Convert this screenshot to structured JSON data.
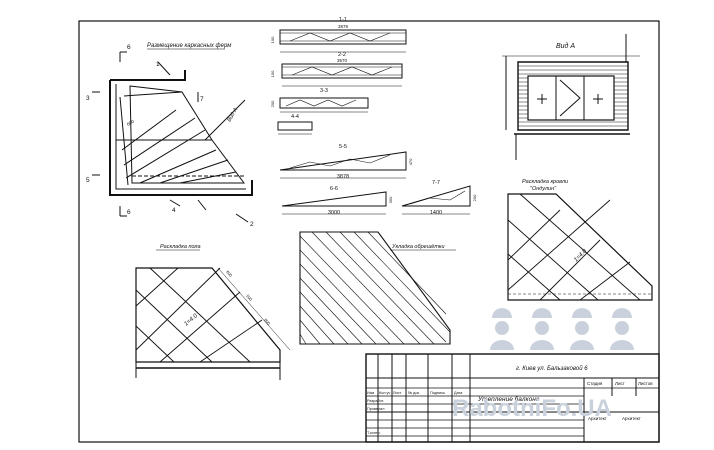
{
  "views": {
    "frame_layout": "Размещение каркасных ферм",
    "view_a": "Вид А",
    "floor_layout": "Раскладка пола",
    "lathing": "Укладка обрешётки",
    "roof_layout": "Раскладка кровли",
    "roof_material": "\"Ондулин\""
  },
  "sections": {
    "s1": "1-1",
    "s2": "2-2",
    "s3": "3-3",
    "s4": "4-4",
    "s5": "5-5",
    "s6": "6-6",
    "s7": "7-7"
  },
  "dims": {
    "s1_len": "3878",
    "s2_len": "3570",
    "s5_len": "3878",
    "s6_len": "3000",
    "s7_len": "1400",
    "h100": "100",
    "h470": "470",
    "h350": "350",
    "h200": "200",
    "step600": "600",
    "step500": "500",
    "step800": "800",
    "angle": "1=4.0"
  },
  "markers": {
    "m1": "1",
    "m2": "2",
    "m3": "3",
    "m4": "4",
    "m5": "5",
    "m6": "6",
    "m7": "7",
    "view_arrow": "Вид А"
  },
  "title_block": {
    "address": "г. Киев ул. Бальзаковой 6",
    "title": "Утепление балкона",
    "stage": "Стадия",
    "sheet": "Лист",
    "sheets": "Листов",
    "h_izm": "Изм",
    "h_kol": "Кол.уч",
    "h_list": "Лист",
    "h_doc": "№ док",
    "h_sign": "Подпись",
    "h_date": "Дата",
    "r_dev": "Разработ.",
    "r_check": "Проверил",
    "r_ctrl": "Т.контр.",
    "c1": "Архитект",
    "c2": "Архитект"
  },
  "watermark": "RabotniFo.UA",
  "colors": {
    "ink": "#111111",
    "watermark": "#c9d1dc"
  }
}
